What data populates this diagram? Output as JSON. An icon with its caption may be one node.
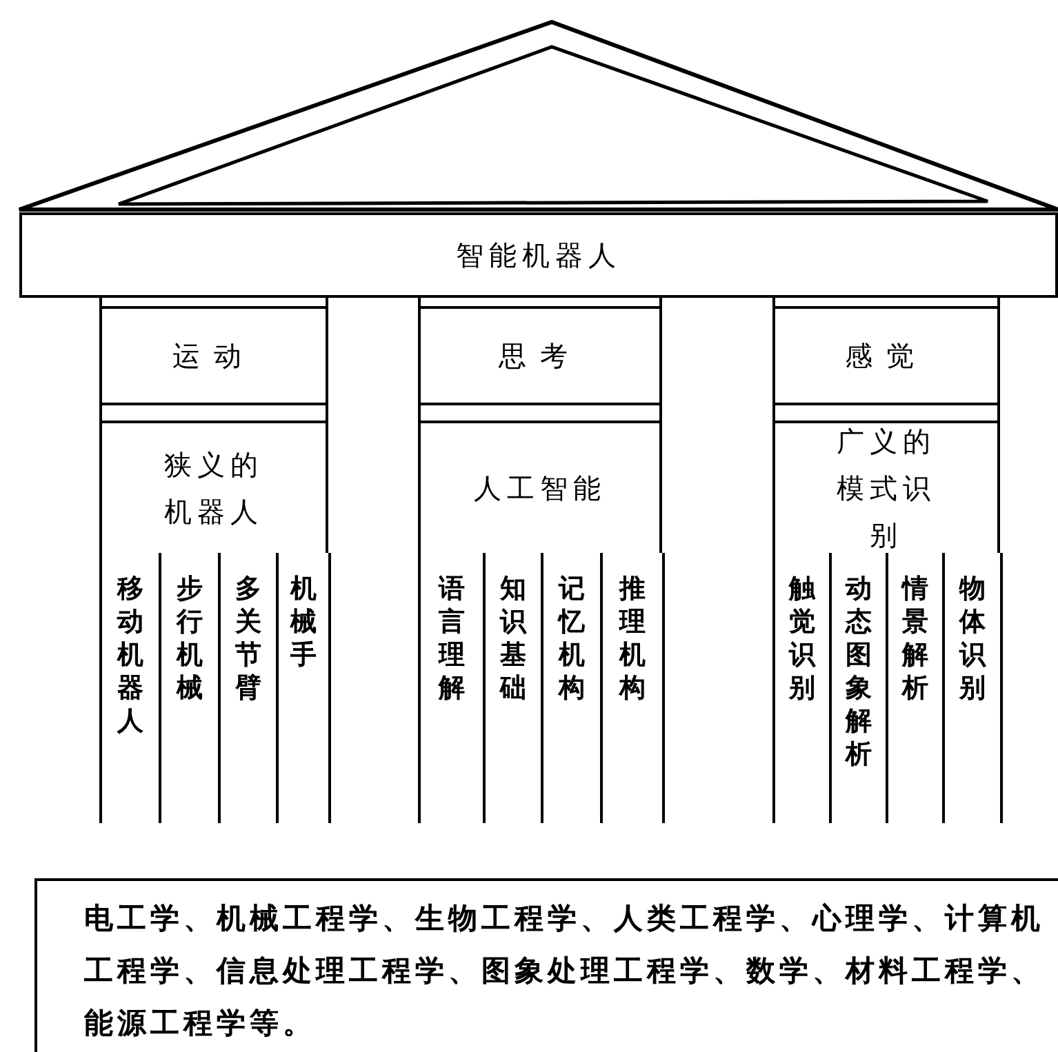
{
  "diagram": {
    "nodes": [
      {
        "text": [
          "智能机器人"
        ]
      },
      {
        "text": [
          "运动"
        ]
      },
      {
        "text": [
          "狭义的机器人"
        ]
      },
      {
        "text": [
          "移动机器人"
        ]
      },
      {
        "text": [
          "步行机械"
        ]
      },
      {
        "text": [
          "多关节臂"
        ]
      },
      {
        "text": [
          "机械手"
        ]
      },
      {
        "text": [
          "思考"
        ]
      },
      {
        "text": [
          "人工智能"
        ]
      },
      {
        "text": [
          "语言理解"
        ]
      },
      {
        "text": [
          "知识基础"
        ]
      },
      {
        "text": [
          "记忆机构"
        ]
      },
      {
        "text": [
          "推理机构"
        ]
      },
      {
        "text": [
          "感觉"
        ]
      },
      {
        "text": [
          "广义的模式识别"
        ]
      },
      {
        "text": [
          "触觉识别"
        ]
      },
      {
        "text": [
          "动态图象解析"
        ]
      },
      {
        "text": [
          "情景解析"
        ]
      },
      {
        "text": [
          "物体识别"
        ]
      },
      {
        "text": [
          "电工学、机械工程学、生物工程学、人类工程学、心理学、计算机工程学、信息处理工程学、图象处理工程学、数学、材料工程学、能源工程学等。"
        ]
      }
    ]
  }
}
